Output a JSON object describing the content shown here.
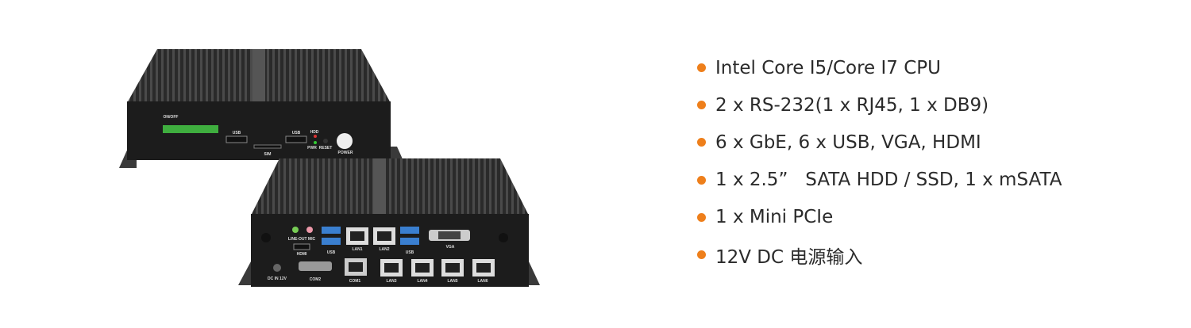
{
  "colors": {
    "bullet": "#ee7f1b",
    "text": "#2b2b2b",
    "chassis": "#1c1c1c"
  },
  "product": {
    "back_panel_labels": [
      "ON/OFF",
      "USB",
      "SIM",
      "USB",
      "HDD",
      "PWR",
      "RESET",
      "POWER"
    ],
    "front_panel_labels": [
      "LINE-OUT MIC",
      "HDMI",
      "USB",
      "LAN1",
      "LAN2",
      "USB",
      "VGA",
      "DC IN 12V",
      "COM2",
      "COM1",
      "LAN3",
      "LAN4",
      "LAN5",
      "LAN6"
    ]
  },
  "features": [
    {
      "text": "Intel Core I5/Core I7 CPU"
    },
    {
      "text": "2 x RS-232(1 x RJ45, 1 x DB9)"
    },
    {
      "text": "6 x GbE, 6 x USB, VGA, HDMI"
    },
    {
      "text": "1 x 2.5”   SATA HDD / SSD, 1 x mSATA"
    },
    {
      "text": "1 x Mini PCIe"
    },
    {
      "text": "12V DC 电源输入"
    }
  ]
}
